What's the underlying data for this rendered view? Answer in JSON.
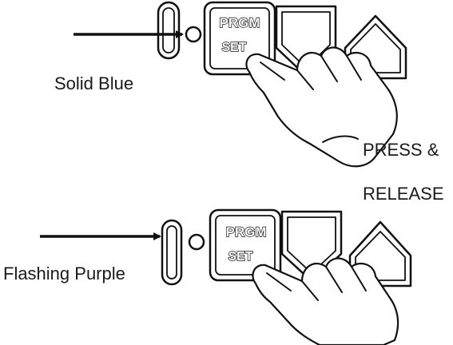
{
  "steps": [
    {
      "led_label": "Solid Blue",
      "button_top": "PRGM",
      "button_bottom": "SET",
      "action_line1": "PRESS &",
      "action_line2": "RELEASE"
    },
    {
      "led_label": "Flashing Purple",
      "button_top": "PRGM",
      "button_bottom": "SET"
    }
  ],
  "colors": {
    "ink": "#111111",
    "background": "#ffffff"
  }
}
